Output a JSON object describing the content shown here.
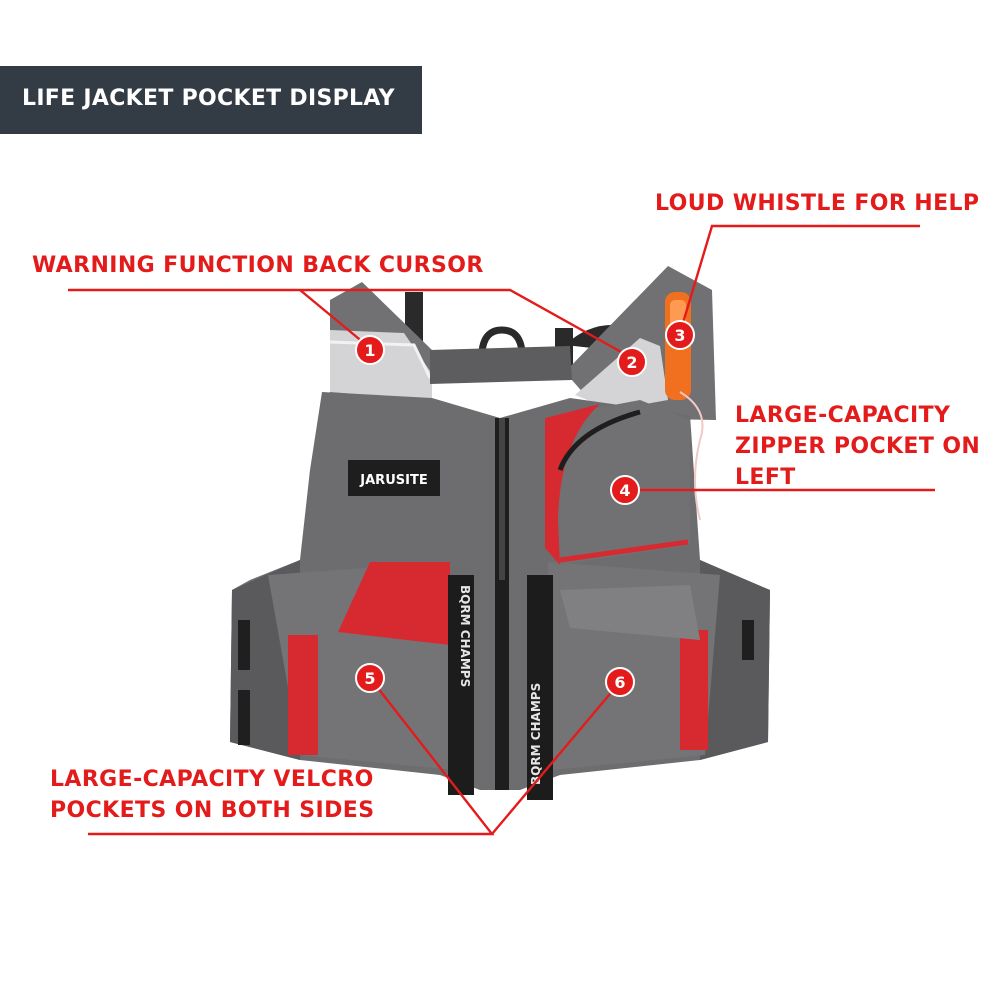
{
  "banner": {
    "title": "LIFE JACKET POCKET DISPLAY"
  },
  "callouts": {
    "warning": "WARNING FUNCTION BACK CURSOR",
    "whistle": "LOUD WHISTLE FOR HELP",
    "zipper": [
      "LARGE-CAPACITY",
      "ZIPPER POCKET ON",
      "LEFT"
    ],
    "velcro": [
      "LARGE-CAPACITY VELCRO",
      "POCKETS ON BOTH SIDES"
    ]
  },
  "markers": [
    "1",
    "2",
    "3",
    "4",
    "5",
    "6"
  ],
  "product": {
    "brand_label": "JARUSITE",
    "strap_text": "BQRM CHAMPS"
  },
  "colors": {
    "accent": "#e31b1b",
    "banner": "#333b45",
    "jacket": "#6e6e70",
    "trim": "#d62a30"
  }
}
